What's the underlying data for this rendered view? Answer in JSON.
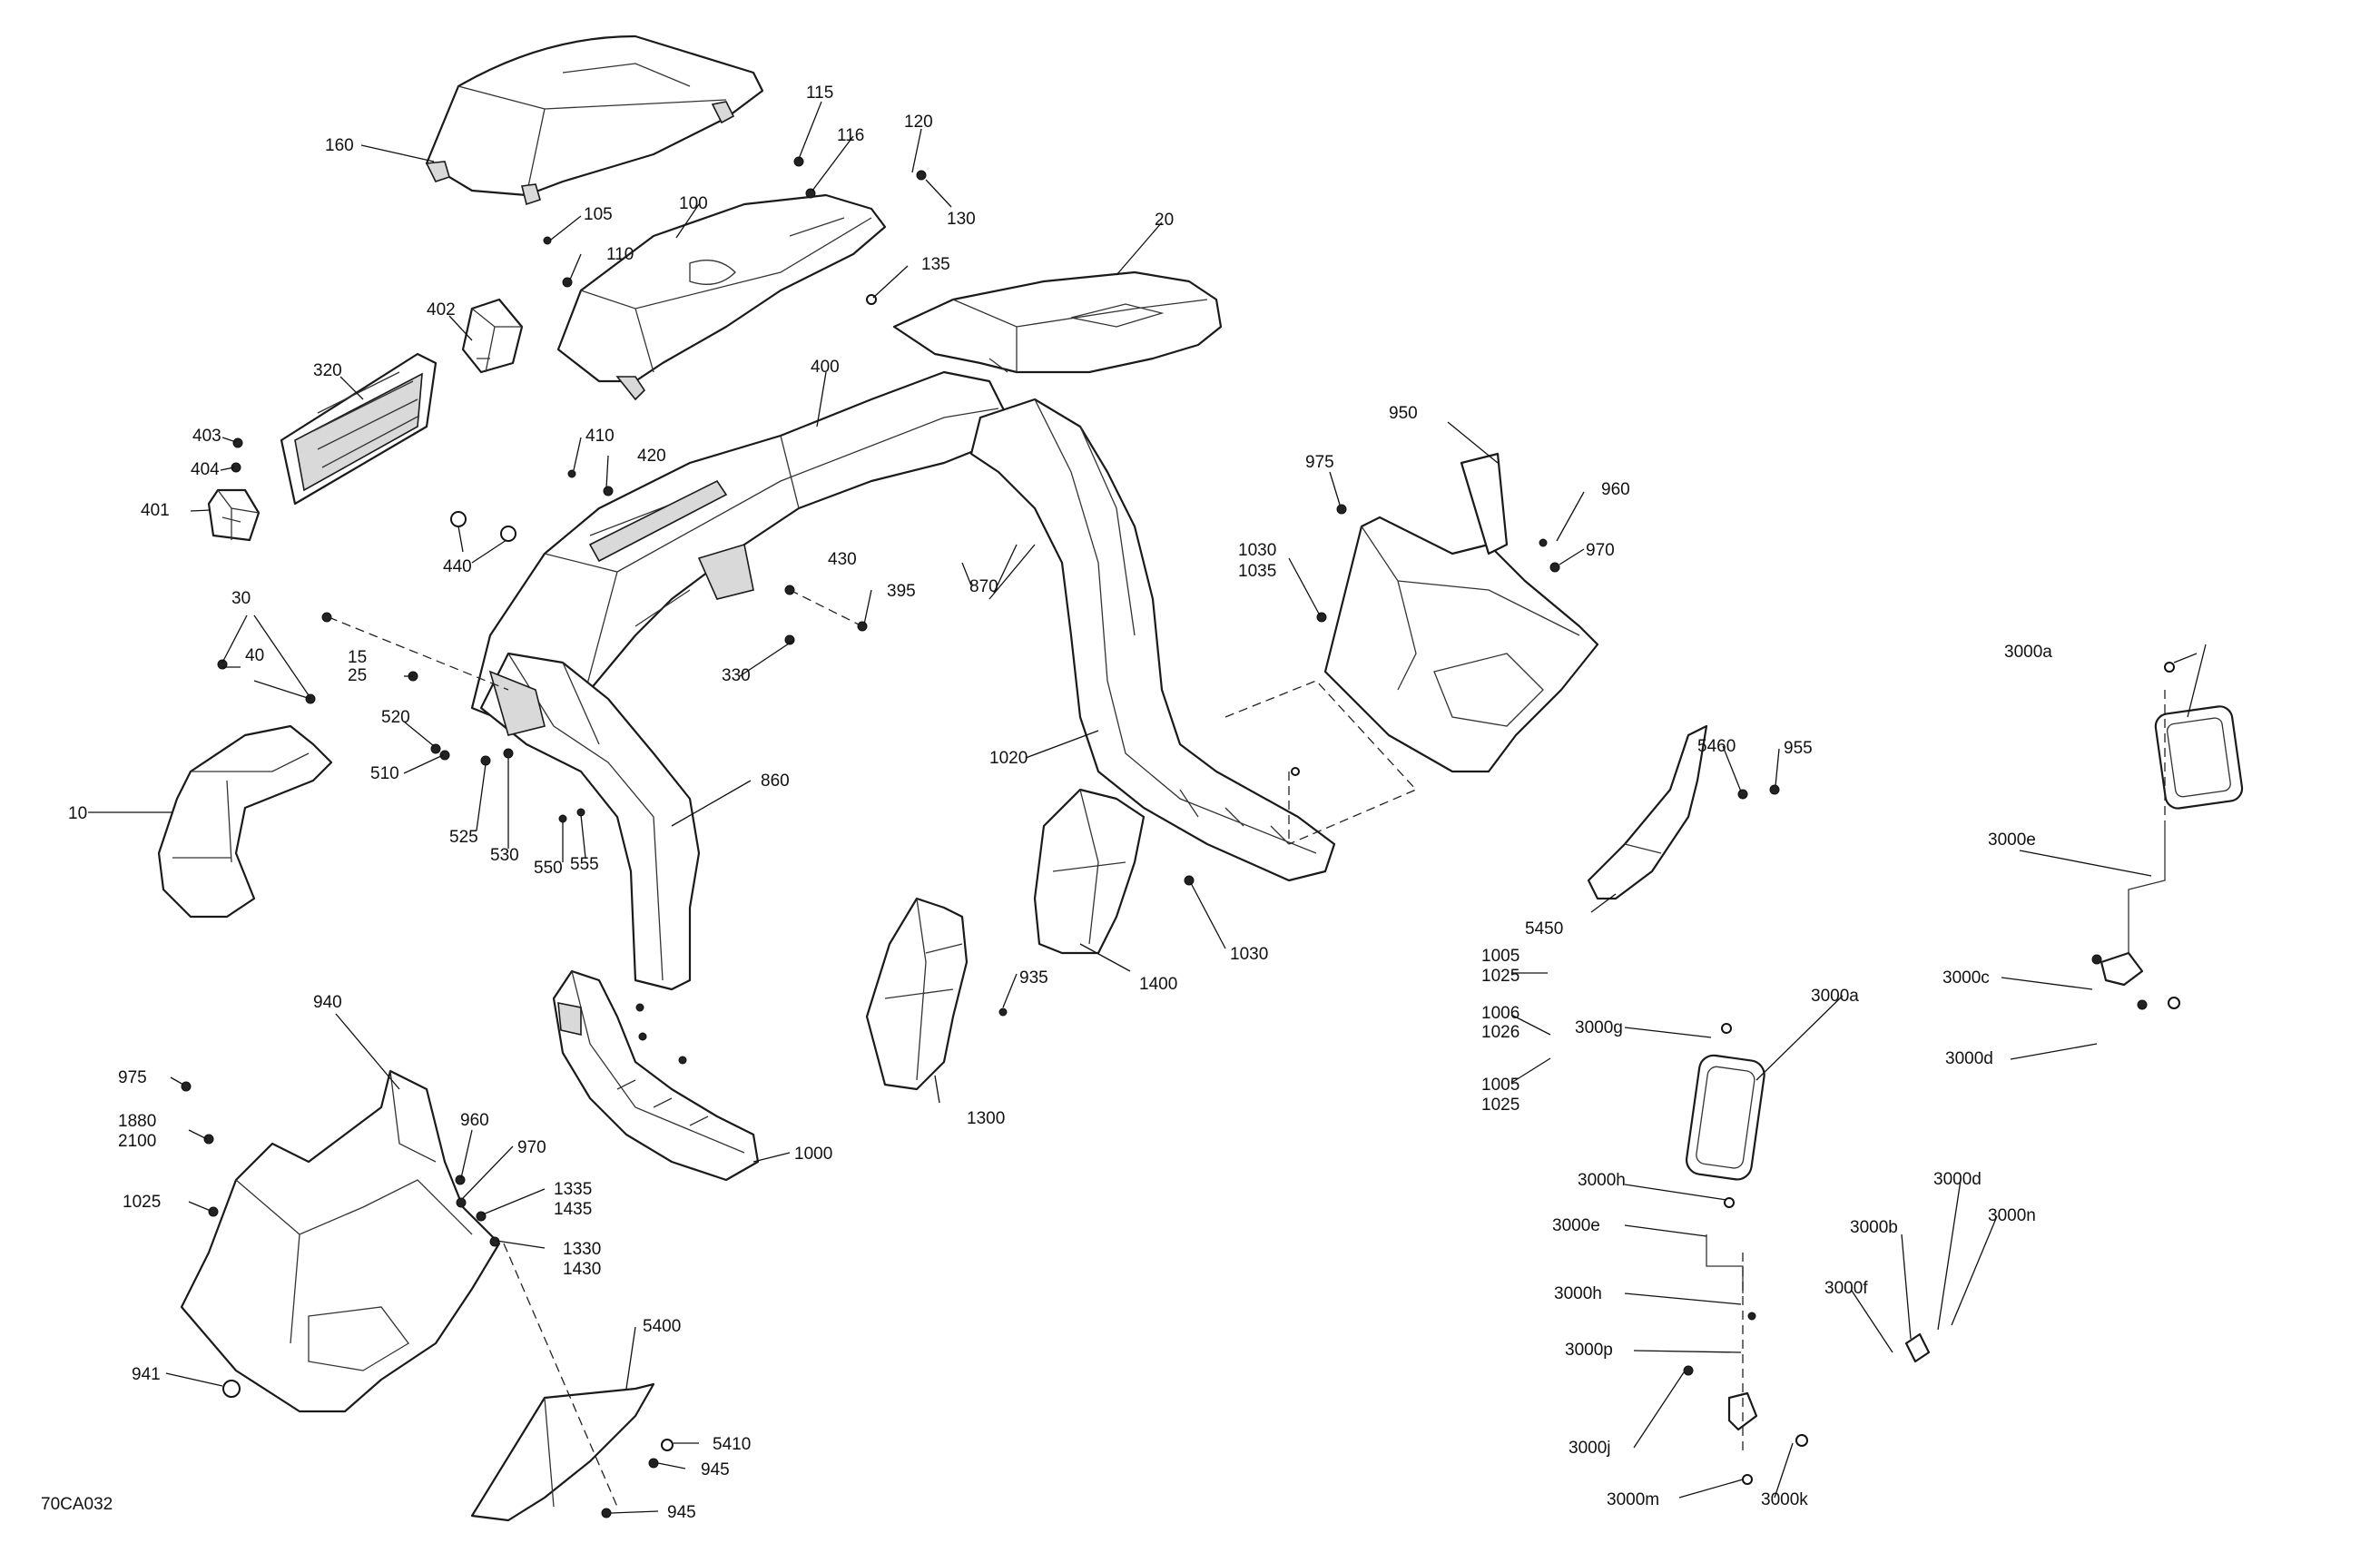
{
  "diagram_id": "70CA032",
  "callouts": [
    {
      "id": "c160",
      "text": "160"
    },
    {
      "id": "c115",
      "text": "115"
    },
    {
      "id": "c116",
      "text": "116"
    },
    {
      "id": "c120",
      "text": "120"
    },
    {
      "id": "c130",
      "text": "130"
    },
    {
      "id": "c105",
      "text": "105"
    },
    {
      "id": "c100",
      "text": "100"
    },
    {
      "id": "c110",
      "text": "110"
    },
    {
      "id": "c135",
      "text": "135"
    },
    {
      "id": "c20",
      "text": "20"
    },
    {
      "id": "c402",
      "text": "402"
    },
    {
      "id": "c320",
      "text": "320"
    },
    {
      "id": "c400",
      "text": "400"
    },
    {
      "id": "c403",
      "text": "403"
    },
    {
      "id": "c404",
      "text": "404"
    },
    {
      "id": "c401",
      "text": "401"
    },
    {
      "id": "c410",
      "text": "410"
    },
    {
      "id": "c420",
      "text": "420"
    },
    {
      "id": "c440",
      "text": "440"
    },
    {
      "id": "c950",
      "text": "950"
    },
    {
      "id": "c975a",
      "text": "975"
    },
    {
      "id": "c960a",
      "text": "960"
    },
    {
      "id": "c970a",
      "text": "970"
    },
    {
      "id": "c1030a",
      "text": "1030"
    },
    {
      "id": "c1035",
      "text": "1035"
    },
    {
      "id": "c430",
      "text": "430"
    },
    {
      "id": "c395",
      "text": "395"
    },
    {
      "id": "c870",
      "text": "870"
    },
    {
      "id": "c330",
      "text": "330"
    },
    {
      "id": "c30",
      "text": "30"
    },
    {
      "id": "c40",
      "text": "40"
    },
    {
      "id": "c15",
      "text": "15"
    },
    {
      "id": "c25",
      "text": "25"
    },
    {
      "id": "c520",
      "text": "520"
    },
    {
      "id": "c510",
      "text": "510"
    },
    {
      "id": "c3000a1",
      "text": "3000a"
    },
    {
      "id": "c5460",
      "text": "5460"
    },
    {
      "id": "c955",
      "text": "955"
    },
    {
      "id": "c1020",
      "text": "1020"
    },
    {
      "id": "c860",
      "text": "860"
    },
    {
      "id": "c10",
      "text": "10"
    },
    {
      "id": "c525",
      "text": "525"
    },
    {
      "id": "c530",
      "text": "530"
    },
    {
      "id": "c550",
      "text": "550"
    },
    {
      "id": "c555",
      "text": "555"
    },
    {
      "id": "c3000e1",
      "text": "3000e"
    },
    {
      "id": "c5450",
      "text": "5450"
    },
    {
      "id": "c1030b",
      "text": "1030"
    },
    {
      "id": "c1005a",
      "text": "1005"
    },
    {
      "id": "c1025a",
      "text": "1025"
    },
    {
      "id": "c3000c",
      "text": "3000c"
    },
    {
      "id": "c940",
      "text": "940"
    },
    {
      "id": "c935",
      "text": "935"
    },
    {
      "id": "c1400",
      "text": "1400"
    },
    {
      "id": "c3000a2",
      "text": "3000a"
    },
    {
      "id": "c1006",
      "text": "1006"
    },
    {
      "id": "c1026",
      "text": "1026"
    },
    {
      "id": "c3000g",
      "text": "3000g"
    },
    {
      "id": "c3000d1",
      "text": "3000d"
    },
    {
      "id": "c975b",
      "text": "975"
    },
    {
      "id": "c1005b",
      "text": "1005"
    },
    {
      "id": "c1025b",
      "text": "1025"
    },
    {
      "id": "c1880",
      "text": "1880"
    },
    {
      "id": "c2100",
      "text": "2100"
    },
    {
      "id": "c960b",
      "text": "960"
    },
    {
      "id": "c1300",
      "text": "1300"
    },
    {
      "id": "c970b",
      "text": "970"
    },
    {
      "id": "c1000",
      "text": "1000"
    },
    {
      "id": "c1335",
      "text": "1335"
    },
    {
      "id": "c1435",
      "text": "1435"
    },
    {
      "id": "c1025c",
      "text": "1025"
    },
    {
      "id": "c3000h1",
      "text": "3000h"
    },
    {
      "id": "c3000d2",
      "text": "3000d"
    },
    {
      "id": "c1330",
      "text": "1330"
    },
    {
      "id": "c1430",
      "text": "1430"
    },
    {
      "id": "c3000e2",
      "text": "3000e"
    },
    {
      "id": "c3000b",
      "text": "3000b"
    },
    {
      "id": "c3000n",
      "text": "3000n"
    },
    {
      "id": "c3000f",
      "text": "3000f"
    },
    {
      "id": "c3000h2",
      "text": "3000h"
    },
    {
      "id": "c5400",
      "text": "5400"
    },
    {
      "id": "c941",
      "text": "941"
    },
    {
      "id": "c3000p",
      "text": "3000p"
    },
    {
      "id": "c5410",
      "text": "5410"
    },
    {
      "id": "c945a",
      "text": "945"
    },
    {
      "id": "c3000j",
      "text": "3000j"
    },
    {
      "id": "c945b",
      "text": "945"
    },
    {
      "id": "c3000m",
      "text": "3000m"
    },
    {
      "id": "c3000k",
      "text": "3000k"
    }
  ]
}
